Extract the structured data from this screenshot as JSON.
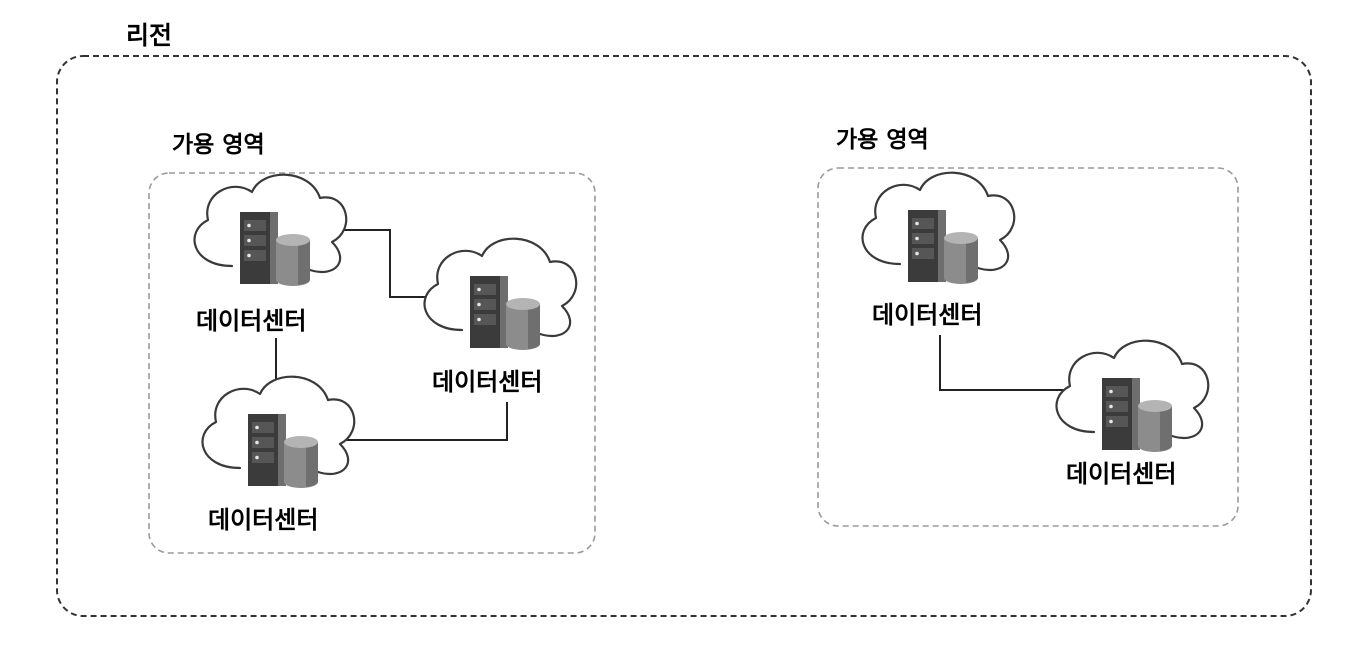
{
  "region": {
    "label": "리전"
  },
  "zones": [
    {
      "label": "가용 영역",
      "datacenters": [
        {
          "label": "데이터센터"
        },
        {
          "label": "데이터센터"
        },
        {
          "label": "데이터센터"
        }
      ]
    },
    {
      "label": "가용 영역",
      "datacenters": [
        {
          "label": "데이터센터"
        },
        {
          "label": "데이터센터"
        }
      ]
    }
  ],
  "colors": {
    "region_border": "#333333",
    "zone_border": "#9a9a9a",
    "cloud_stroke": "#3a3a3a",
    "server_body": "#3b3b3b",
    "server_side": "#6e6e6e",
    "database": "#8c8c8c",
    "connector": "#222222"
  }
}
